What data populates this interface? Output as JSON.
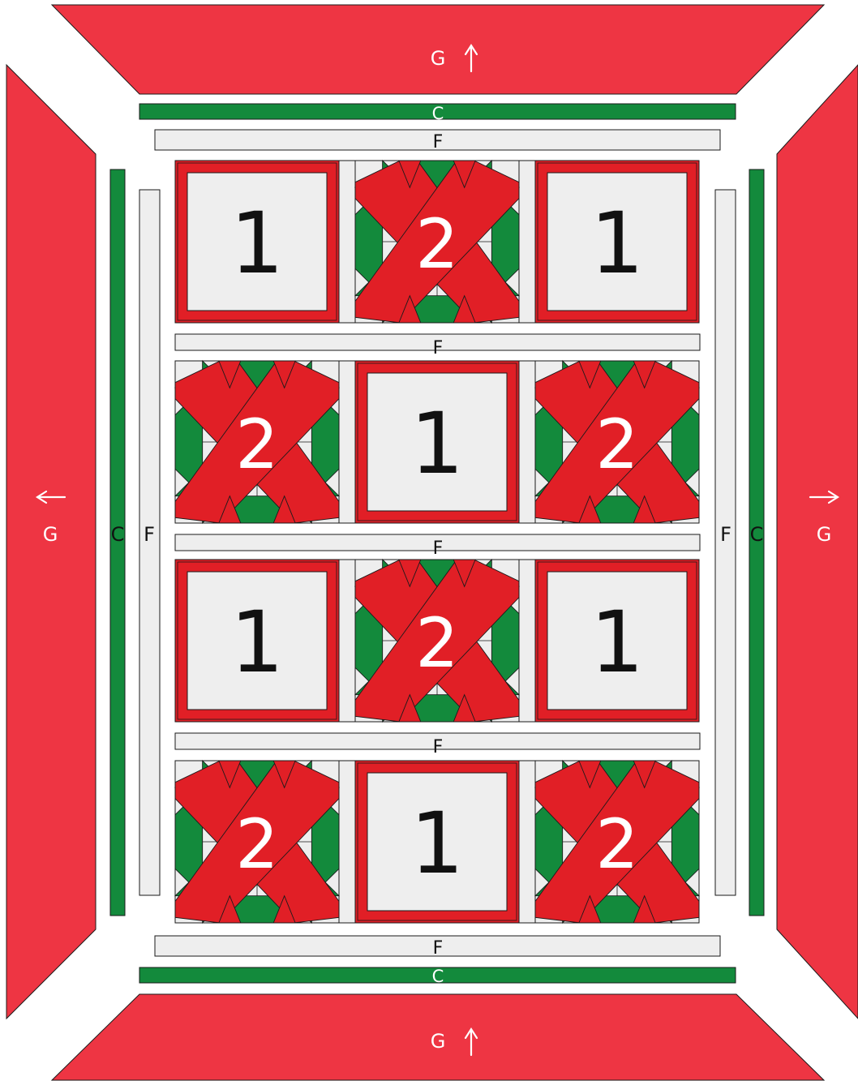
{
  "labels": {
    "outer_border": "G",
    "inner_border": "C",
    "sashing": "F",
    "block_framed_square": "1",
    "block_star": "2"
  },
  "block_grid": [
    [
      "1",
      "2",
      "1"
    ],
    [
      "2",
      "1",
      "2"
    ],
    [
      "1",
      "2",
      "1"
    ],
    [
      "2",
      "1",
      "2"
    ]
  ],
  "border_arrows": {
    "top": "up",
    "bottom": "up",
    "left": "left",
    "right": "right"
  },
  "colors": {
    "border_red": "#ee3543",
    "block_red": "#e11f26",
    "green": "#138a3c",
    "light_gray": "#eeeeee",
    "outline": "#1a1a1a",
    "white": "#ffffff",
    "block_one_text": "#111111",
    "block_two_text": "#ffffff"
  }
}
